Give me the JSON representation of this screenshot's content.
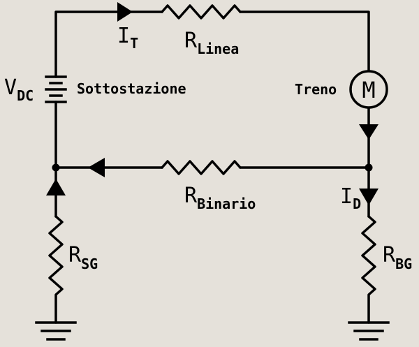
{
  "labels": {
    "source": {
      "main": "V",
      "sub": "DC"
    },
    "substation": "Sottostazione",
    "line_current": {
      "main": "I",
      "sub": "T"
    },
    "line_resistor": {
      "main": "R",
      "sub": "Linea"
    },
    "motor_symbol": "M",
    "train": "Treno",
    "track_resistor": {
      "main": "R",
      "sub": "Binario"
    },
    "leak_current": {
      "main": "I",
      "sub": "D"
    },
    "substation_ground_resistor": {
      "main": "R",
      "sub": "SG"
    },
    "track_ground_resistor": {
      "main": "R",
      "sub": "BG"
    }
  }
}
